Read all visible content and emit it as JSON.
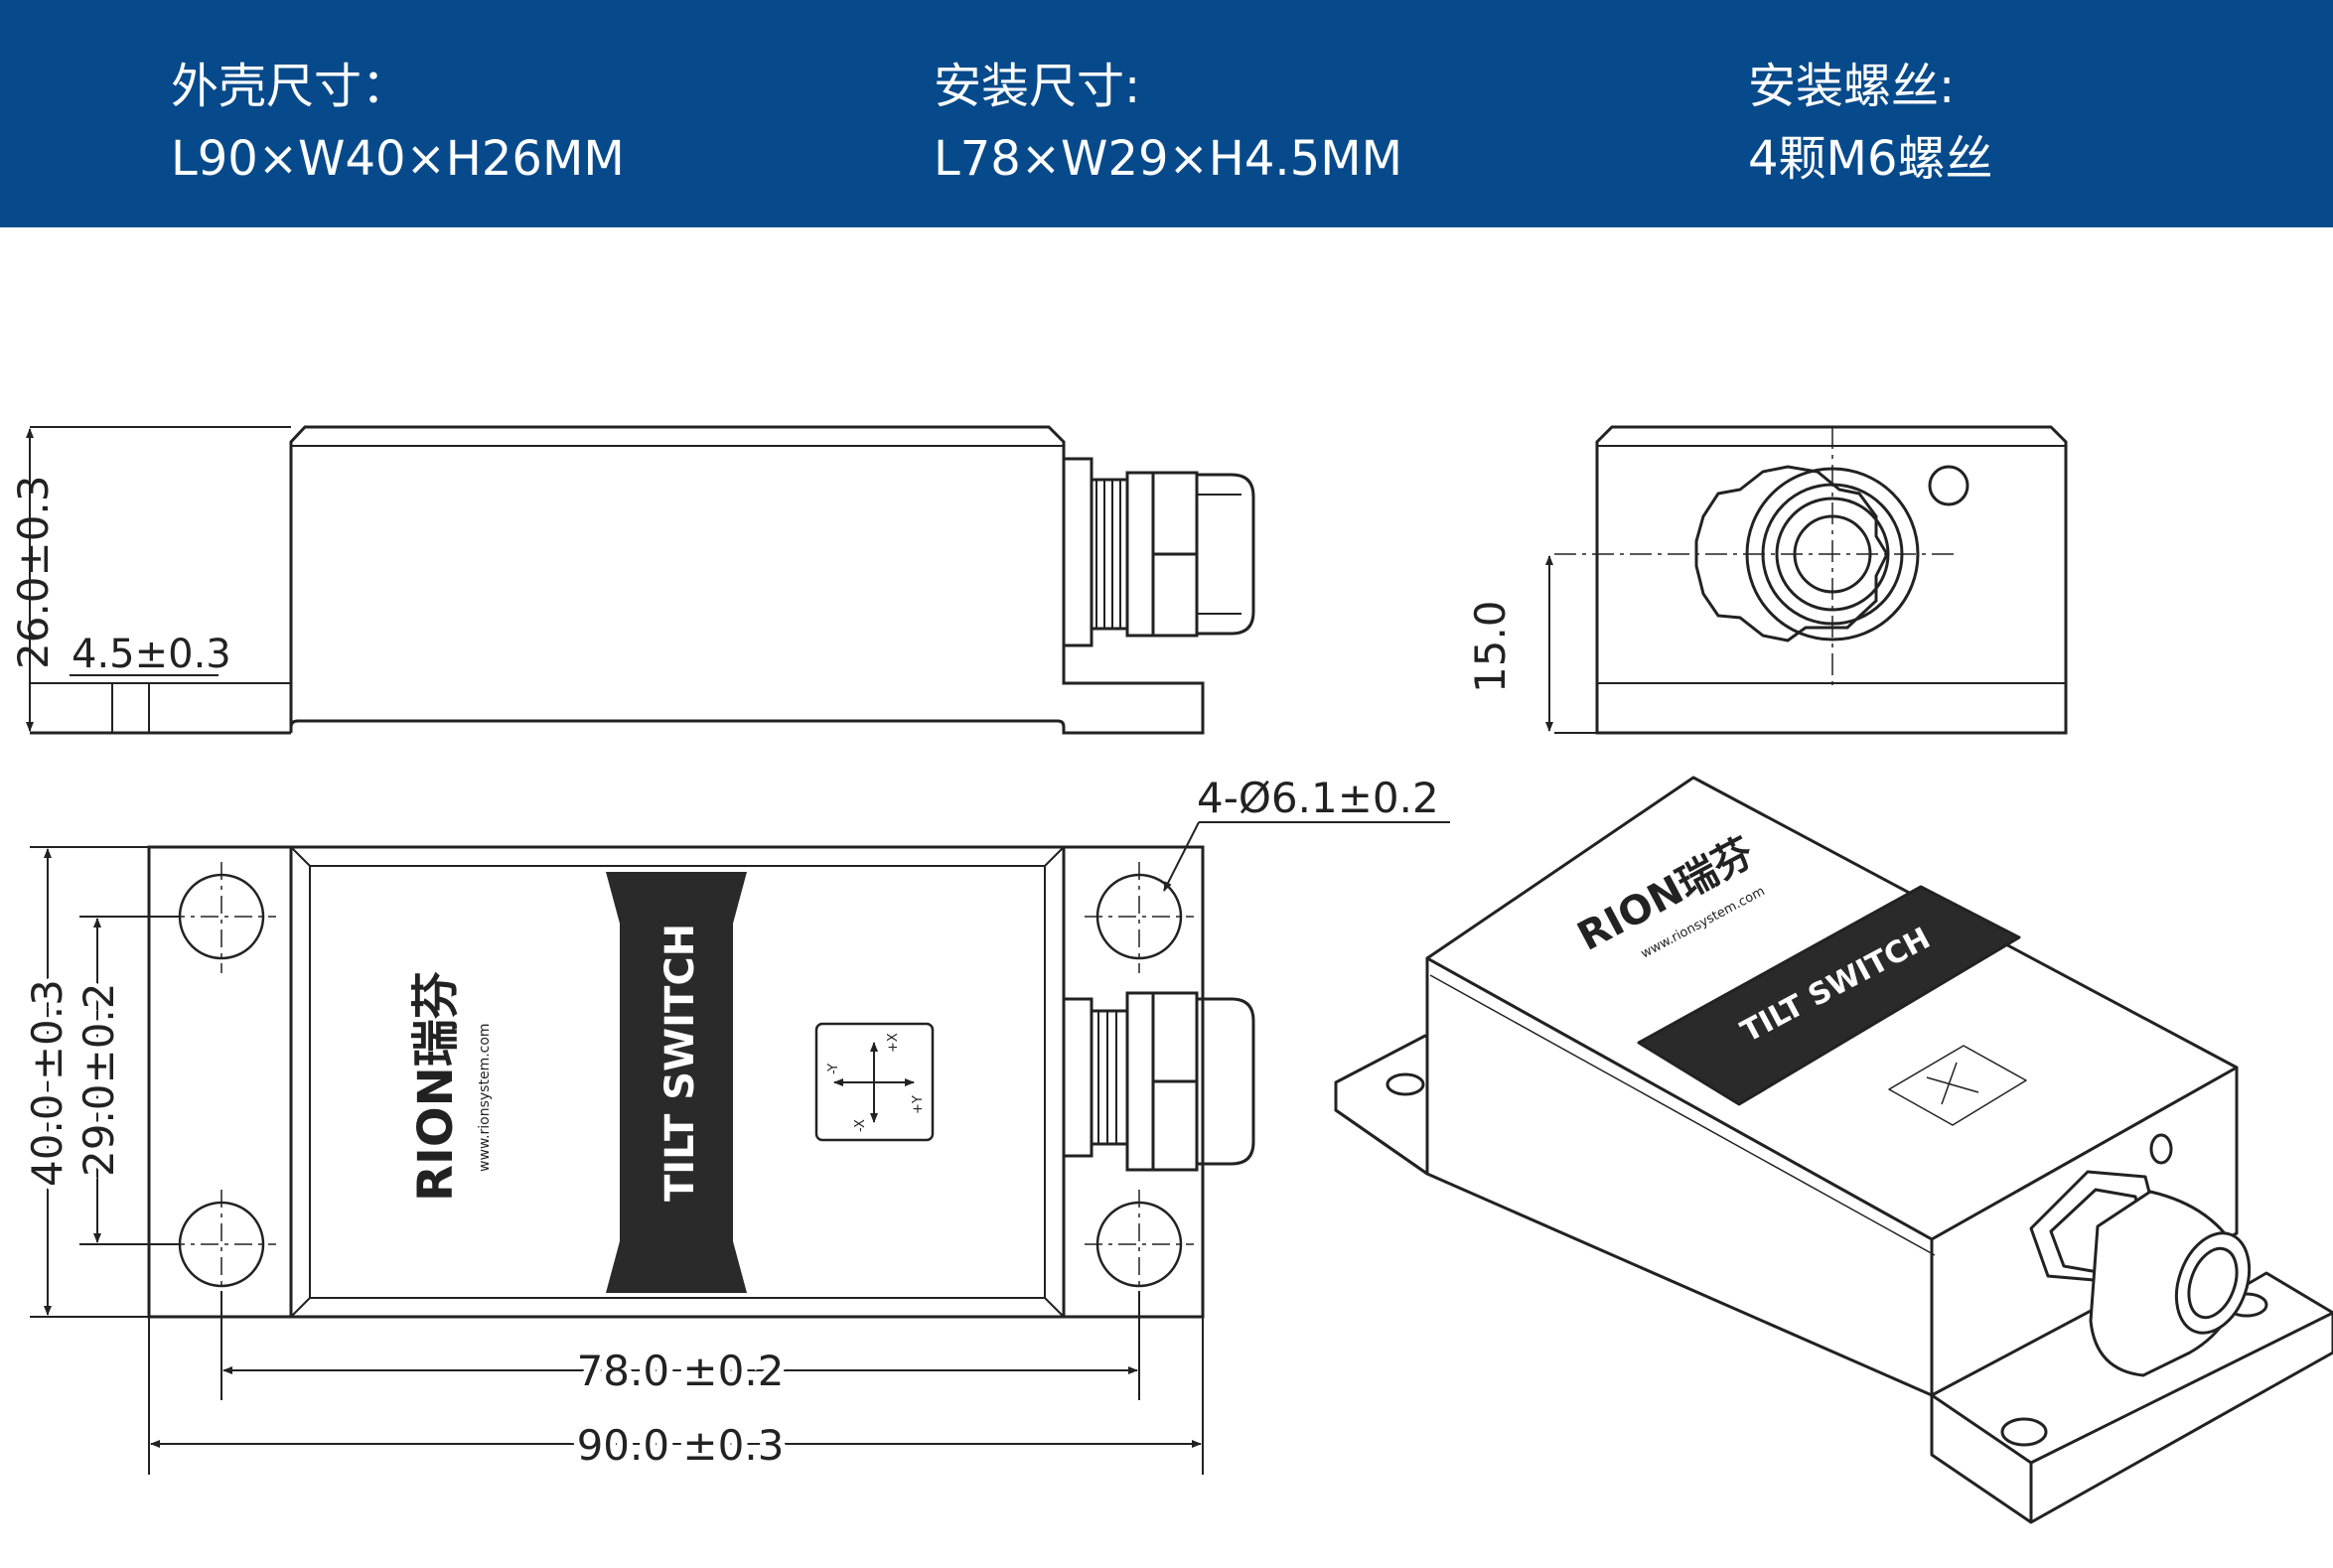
{
  "header": {
    "specs": [
      {
        "label": "外壳尺寸：",
        "value": "L90×W40×H26MM"
      },
      {
        "label": "安装尺寸:",
        "value": "L78×W29×H4.5MM"
      },
      {
        "label": "安装螺丝:",
        "value": "4颗M6螺丝"
      }
    ],
    "background": "#074a8b"
  },
  "dimensions": {
    "height": "26.0±0.3",
    "flange_thickness": "4.5±0.3",
    "cable_axis_height": "15.0",
    "hole_diameter": "4-Ø6.1±0.2",
    "width_outer": "40.0 ±0.3",
    "width_mount": "29.0±0.2",
    "length_mount": "78.0 ±0.2",
    "length_outer": "90.0 ±0.3"
  },
  "label": {
    "product": "TILT SWITCH",
    "logo": "RION瑞芬",
    "website": "www.rionsystem.com",
    "axes": {
      "plus_x": "+X",
      "minus_x": "-X",
      "plus_y": "+Y",
      "minus_y": "-Y"
    }
  }
}
